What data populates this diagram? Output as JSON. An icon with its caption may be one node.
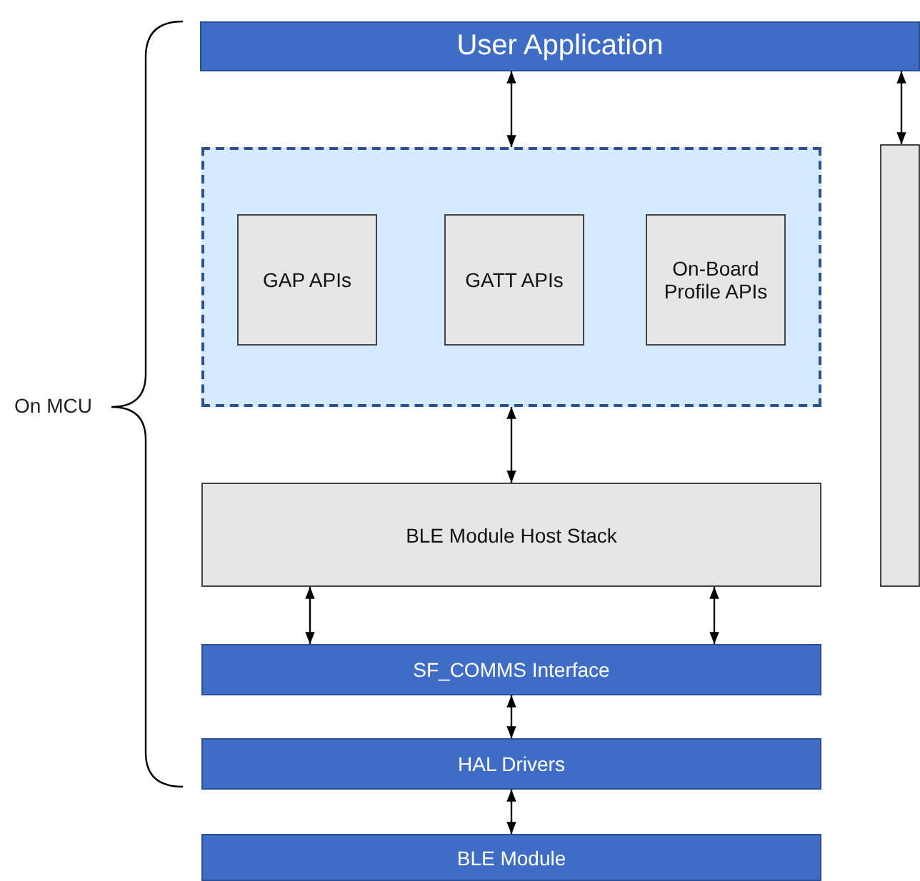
{
  "diagram": {
    "nodes": [
      {
        "text": [
          "User Application"
        ]
      },
      {
        "text": [],
        "shape": "box"
      },
      {
        "text": [
          "GAP APIs"
        ],
        "in": 1
      },
      {
        "text": [
          "GATT APIs"
        ],
        "in": 1
      },
      {
        "text": [
          "On-Board Profile APIs"
        ],
        "in": 1
      },
      {
        "text": [],
        "shape": "bar"
      },
      {
        "text": [
          "BLE Module Host Stack"
        ]
      },
      {
        "text": [
          "SF_COMMS Interface"
        ]
      },
      {
        "text": [
          "HAL Drivers"
        ]
      },
      {
        "text": [
          "BLE Module"
        ]
      }
    ],
    "edges": [
      {
        "from": 0,
        "to": 1,
        "arrow": "both"
      },
      {
        "from": 0,
        "to": 5,
        "arrow": "both"
      },
      {
        "from": 1,
        "to": 6,
        "arrow": "both"
      },
      {
        "from": 6,
        "to": 7,
        "arrow": "both"
      },
      {
        "from": 6,
        "to": 7,
        "arrow": "both"
      },
      {
        "from": 7,
        "to": 8,
        "arrow": "both"
      },
      {
        "from": 8,
        "to": 9,
        "arrow": "both"
      }
    ],
    "labels": [
      "On MCU"
    ]
  }
}
